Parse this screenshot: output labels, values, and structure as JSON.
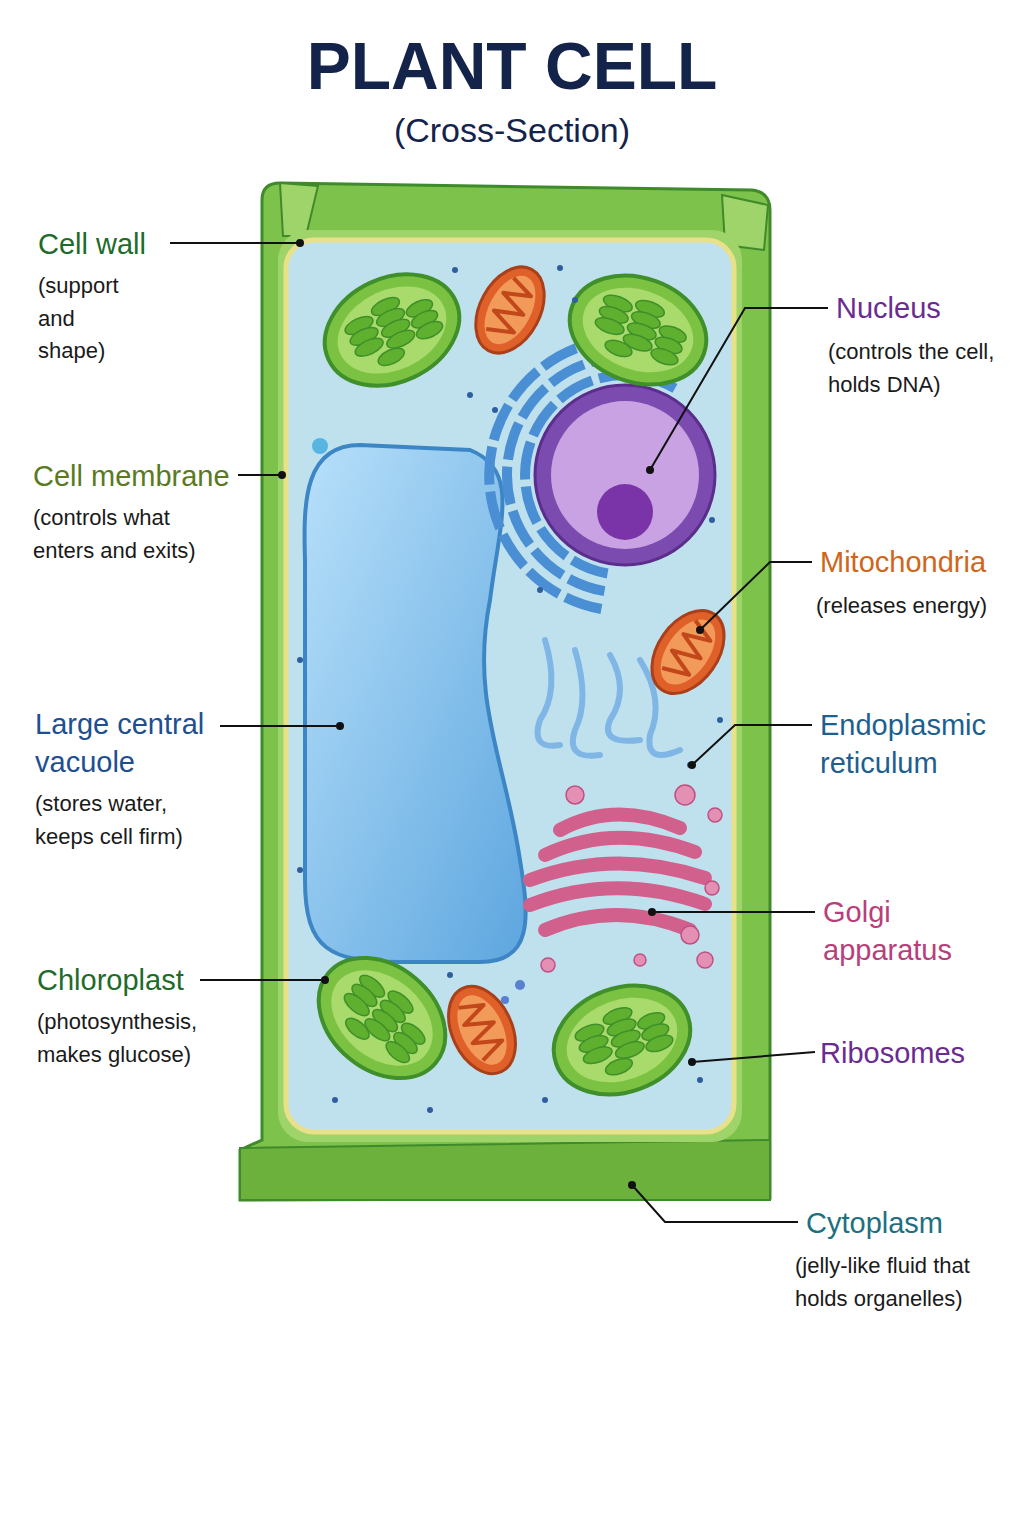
{
  "diagram": {
    "title": "PLANT CELL",
    "labels": [
      "(Cross-Section)",
      "Cell wall",
      "(support and shape)",
      "Cell membrane",
      "(controls what enters and exits)",
      "Large central vacuole",
      "(stores water, keeps cell firm)",
      "Chloroplast",
      "(photosynthesis, makes glucose)",
      "Nucleus",
      "(controls the cell, holds DNA)",
      "Mitochondria",
      "(releases energy)",
      "Endoplasmic reticulum",
      "Golgi apparatus",
      "Ribosomes",
      "Cytoplasm",
      "(jelly-like fluid that holds organelles)"
    ]
  }
}
